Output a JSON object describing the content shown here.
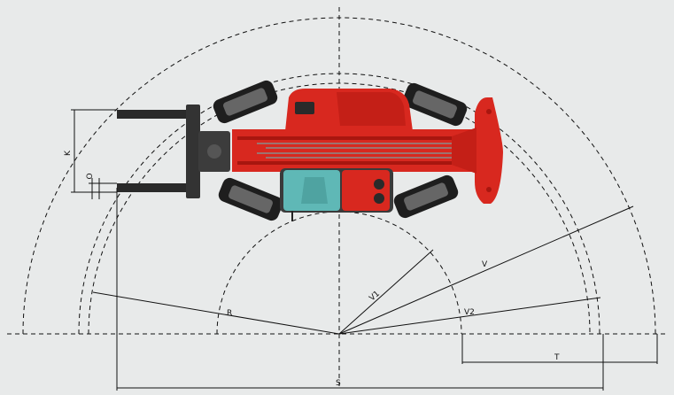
{
  "colors": {
    "background": "#e8eaea",
    "machine_body": "#d8281f",
    "machine_dark": "#a8160f",
    "cab_glass": "#5fb8b6",
    "tyre": "#1e1e1e",
    "line": "#111111"
  },
  "labels": {
    "K": "K",
    "O": "O",
    "R": "R",
    "V1": "V1",
    "V": "V",
    "V2": "V2",
    "T": "T",
    "S": "S"
  }
}
